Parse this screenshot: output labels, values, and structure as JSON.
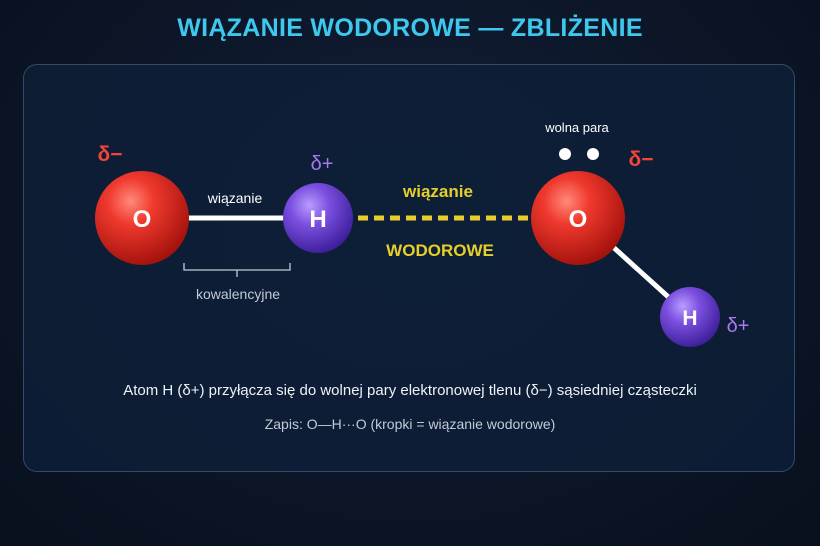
{
  "title": "WIĄZANIE WODOROWE — ZBLIŻENIE",
  "molecule1": {
    "oxygen": {
      "symbol": "O",
      "charge": "δ−"
    },
    "hydrogen": {
      "symbol": "H",
      "charge": "δ+"
    },
    "covalent_label_top": "wiązanie",
    "covalent_label_bottom": "kowalencyjne"
  },
  "hydrogen_bond": {
    "label_top": "wiązanie",
    "label_bottom": "WODOROWE"
  },
  "molecule2": {
    "oxygen": {
      "symbol": "O",
      "charge": "δ−"
    },
    "hydrogen": {
      "symbol": "H",
      "charge": "δ+"
    },
    "lone_pair_label": "wolna para"
  },
  "description": "Atom H (δ+) przyłącza się do wolnej pary elektronowej tlenu (δ−) sąsiedniej cząsteczki",
  "notation": "Zapis: O—H···O (kropki = wiązanie wodorowe)",
  "colors": {
    "title": "#3fc8ee",
    "oxygen": "#e8302a",
    "hydrogen": "#7b4fe0",
    "hydrogen_bond": "#e6cf2a",
    "delta_minus": "#f2453a",
    "delta_plus": "#a879f0"
  }
}
